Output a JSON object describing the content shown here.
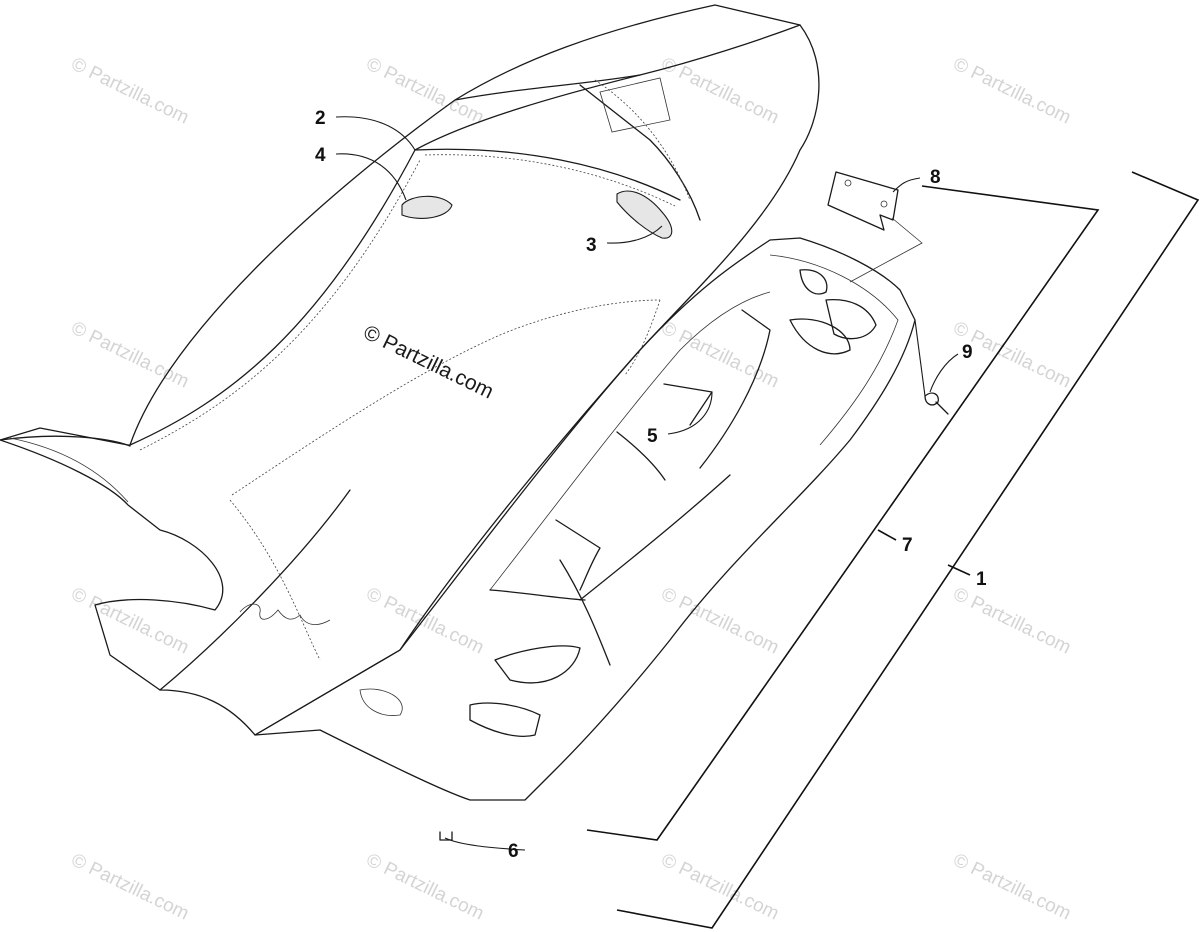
{
  "watermark": {
    "small_text": "© Partzilla.com",
    "main_text": "© Partzilla.com"
  },
  "callouts": [
    {
      "id": "1",
      "label": "1"
    },
    {
      "id": "2",
      "label": "2"
    },
    {
      "id": "3",
      "label": "3"
    },
    {
      "id": "4",
      "label": "4"
    },
    {
      "id": "5",
      "label": "5"
    },
    {
      "id": "6",
      "label": "6"
    },
    {
      "id": "7",
      "label": "7"
    },
    {
      "id": "8",
      "label": "8"
    },
    {
      "id": "9",
      "label": "9"
    }
  ],
  "colors": {
    "line": "#1a1a1a",
    "watermark": "#d4d4d4",
    "background": "#ffffff"
  }
}
